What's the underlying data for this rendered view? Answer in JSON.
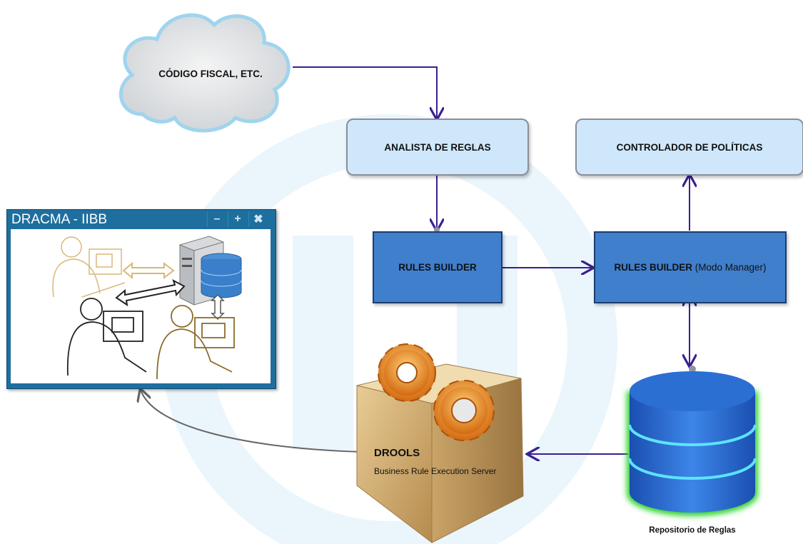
{
  "cloud": {
    "label": "CÓDIGO FISCAL, ETC."
  },
  "nodes": {
    "analista": {
      "label": "ANALISTA DE REGLAS"
    },
    "controlador": {
      "label": "CONTROLADOR DE POLÍTICAS"
    },
    "rules_builder": {
      "label": "RULES BUILDER"
    },
    "rules_builder_manager": {
      "label_bold": "RULES BUILDER",
      "label_rest": "(Modo Manager)"
    }
  },
  "window": {
    "title": "DRACMA - IIBB",
    "buttons": [
      "–",
      "+",
      "✖"
    ]
  },
  "drools": {
    "title": "DROOLS",
    "subtitle": "Business Rule Execution Server"
  },
  "repository": {
    "label": "Repositorio de Reglas"
  },
  "colors": {
    "arrow": "#3b1f8f",
    "light_node": "#cfe7fb",
    "dark_node": "#3f7fcc",
    "window": "#1e6f9e"
  }
}
